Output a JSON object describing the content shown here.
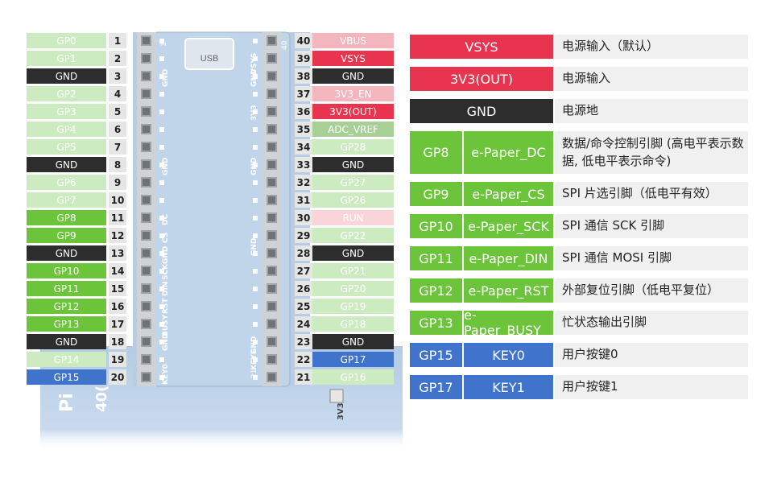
{
  "board": {
    "usb_label": "USB",
    "pin1_mark": "1",
    "pin40_mark": "40",
    "pin21_mark": "21",
    "left_silk": [
      "VSYS",
      "GND",
      "3V3",
      "GND",
      "GND",
      "GND",
      "KEY1"
    ],
    "inner_left_silk": [
      "GND",
      "GND",
      "DC",
      "CS",
      "GND",
      "SCK",
      "DIN",
      "RST",
      "BUSY",
      "GND",
      "KEY0"
    ],
    "corner_text": "3V3",
    "bottom_text": [
      "Pi",
      "40("
    ]
  },
  "left_pins": [
    {
      "num": "1",
      "label": "GP0",
      "type": "lgreen"
    },
    {
      "num": "2",
      "label": "GP1",
      "type": "lgreen"
    },
    {
      "num": "3",
      "label": "GND",
      "type": "gnd"
    },
    {
      "num": "4",
      "label": "GP2",
      "type": "lgreen"
    },
    {
      "num": "5",
      "label": "GP3",
      "type": "lgreen"
    },
    {
      "num": "6",
      "label": "GP4",
      "type": "lgreen"
    },
    {
      "num": "7",
      "label": "GP5",
      "type": "lgreen"
    },
    {
      "num": "8",
      "label": "GND",
      "type": "gnd"
    },
    {
      "num": "9",
      "label": "GP6",
      "type": "lgreen"
    },
    {
      "num": "10",
      "label": "GP7",
      "type": "lgreen"
    },
    {
      "num": "11",
      "label": "GP8",
      "type": "green"
    },
    {
      "num": "12",
      "label": "GP9",
      "type": "green"
    },
    {
      "num": "13",
      "label": "GND",
      "type": "gnd"
    },
    {
      "num": "14",
      "label": "GP10",
      "type": "green"
    },
    {
      "num": "15",
      "label": "GP11",
      "type": "green"
    },
    {
      "num": "16",
      "label": "GP12",
      "type": "green"
    },
    {
      "num": "17",
      "label": "GP13",
      "type": "green"
    },
    {
      "num": "18",
      "label": "GND",
      "type": "gnd"
    },
    {
      "num": "19",
      "label": "GP14",
      "type": "lgreen"
    },
    {
      "num": "20",
      "label": "GP15",
      "type": "blue"
    }
  ],
  "right_pins": [
    {
      "num": "40",
      "label": "VBUS",
      "type": "pink"
    },
    {
      "num": "39",
      "label": "VSYS",
      "type": "red"
    },
    {
      "num": "38",
      "label": "GND",
      "type": "gnd"
    },
    {
      "num": "37",
      "label": "3V3_EN",
      "type": "pink"
    },
    {
      "num": "36",
      "label": "3V3(OUT)",
      "type": "red"
    },
    {
      "num": "35",
      "label": "ADC_VREF",
      "type": "sage"
    },
    {
      "num": "34",
      "label": "GP28",
      "type": "lgreen"
    },
    {
      "num": "33",
      "label": "GND",
      "type": "gnd"
    },
    {
      "num": "32",
      "label": "GP27",
      "type": "lgreen"
    },
    {
      "num": "31",
      "label": "GP26",
      "type": "lgreen"
    },
    {
      "num": "30",
      "label": "RUN",
      "type": "lpink"
    },
    {
      "num": "29",
      "label": "GP22",
      "type": "lgreen"
    },
    {
      "num": "28",
      "label": "GND",
      "type": "gnd"
    },
    {
      "num": "27",
      "label": "GP21",
      "type": "lgreen"
    },
    {
      "num": "26",
      "label": "GP20",
      "type": "lgreen"
    },
    {
      "num": "25",
      "label": "GP19",
      "type": "lgreen"
    },
    {
      "num": "24",
      "label": "GP18",
      "type": "lgreen"
    },
    {
      "num": "23",
      "label": "GND",
      "type": "gnd"
    },
    {
      "num": "22",
      "label": "GP17",
      "type": "blue"
    },
    {
      "num": "21",
      "label": "GP16",
      "type": "lgreen"
    }
  ],
  "table": [
    {
      "pin": "VSYS",
      "func": "",
      "desc": "电源输入（默认）",
      "type": "red",
      "merged": true
    },
    {
      "pin": "3V3(OUT)",
      "func": "",
      "desc": "电源输入",
      "type": "red",
      "merged": true
    },
    {
      "pin": "GND",
      "func": "",
      "desc": "电源地",
      "type": "gnd",
      "merged": true
    },
    {
      "pin": "GP8",
      "func": "e-Paper_DC",
      "desc": "数据/命令控制引脚 (高电平表示数据, 低电平表示命令)",
      "type": "green",
      "merged": false,
      "tall": true
    },
    {
      "pin": "GP9",
      "func": "e-Paper_CS",
      "desc": "SPI 片选引脚（低电平有效）",
      "type": "green",
      "merged": false
    },
    {
      "pin": "GP10",
      "func": "e-Paper_SCK",
      "desc": "SPI 通信 SCK 引脚",
      "type": "green",
      "merged": false
    },
    {
      "pin": "GP11",
      "func": "e-Paper_DIN",
      "desc": "SPI 通信 MOSI 引脚",
      "type": "green",
      "merged": false
    },
    {
      "pin": "GP12",
      "func": "e-Paper_RST",
      "desc": "外部复位引脚（低电平复位）",
      "type": "green",
      "merged": false
    },
    {
      "pin": "GP13",
      "func": "e-Paper_BUSY",
      "desc": "忙状态输出引脚",
      "type": "green",
      "merged": false
    },
    {
      "pin": "GP15",
      "func": "KEY0",
      "desc": "用户按键0",
      "type": "blue",
      "merged": false
    },
    {
      "pin": "GP17",
      "func": "KEY1",
      "desc": "用户按键1",
      "type": "blue",
      "merged": false
    }
  ],
  "colors": {
    "green": "#6cc43a",
    "lgreen": "#cdebc0",
    "gnd": "#2d2d2d",
    "red": "#e8344e",
    "pink": "#f3b5be",
    "lpink": "#f9d4d9",
    "sage": "#a8cf96",
    "blue": "#3f73cc",
    "board": "#b7cde5",
    "desc_bg": "#f0f0f0"
  }
}
